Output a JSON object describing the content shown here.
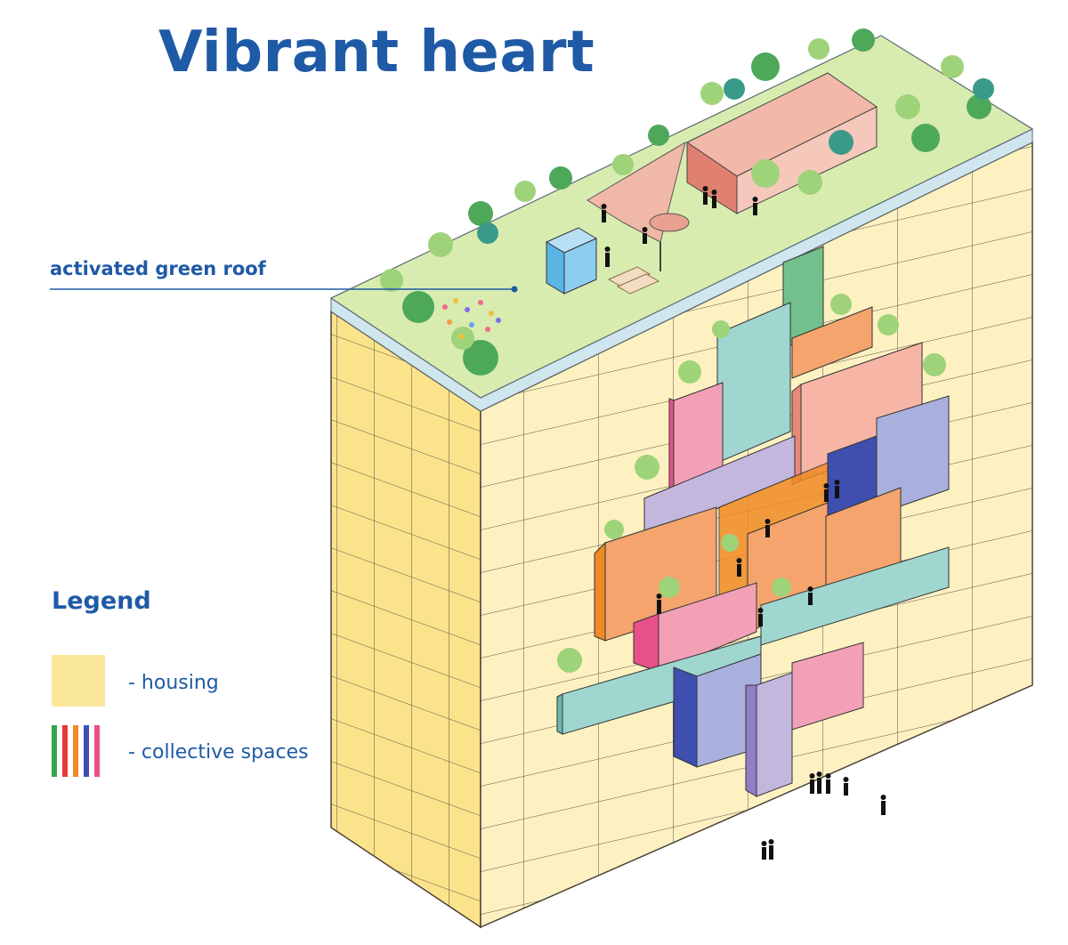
{
  "title": "Vibrant heart",
  "annotation": {
    "label": "activated green roof"
  },
  "legend": {
    "heading": "Legend",
    "items": [
      {
        "label": "- housing",
        "colors": [
          "#fbe79a"
        ]
      },
      {
        "label": "- collective spaces",
        "colors": [
          "#2fa84f",
          "#e53935",
          "#f08a24",
          "#3f4fb0",
          "#e8508a"
        ]
      }
    ]
  },
  "colors": {
    "housing": "#fbe79a",
    "housing_side": "#fdf2c0",
    "roof": "#d8ecb0",
    "accent": "#1f5aa6",
    "teal": "#9fd6d0",
    "green": "#73c08c",
    "orange": "#f4a46c",
    "pink": "#f2a0b6",
    "lavender": "#c3b7de",
    "periwinkle": "#aab0de",
    "salmon": "#f6b5a5"
  }
}
